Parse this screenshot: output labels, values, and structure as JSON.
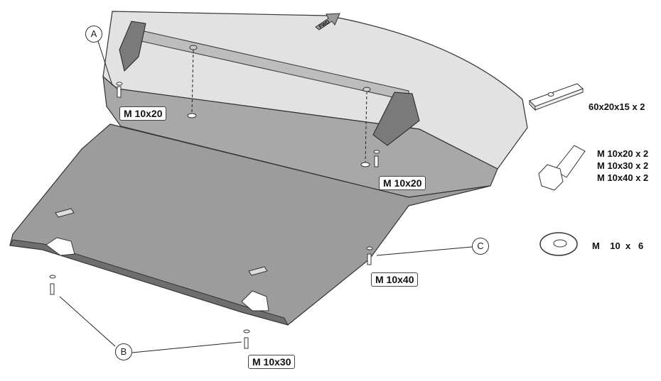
{
  "direction_arrow": "FWD",
  "callouts": {
    "a": "A",
    "b": "B",
    "c": "C"
  },
  "bolt_labels": {
    "top_left": "M 10x20",
    "top_right": "M 10x20",
    "right": "M 10x40",
    "bottom": "M 10x30"
  },
  "parts_list": {
    "plate": "60x20x15  x 2",
    "bolts": [
      "M 10x20 x 2",
      "M 10x30 x 2",
      "M 10x40 x 2"
    ],
    "washer": "M    10  x   6"
  },
  "colors": {
    "shell_top": "#e2e2e2",
    "front_face": "#a8a8a8",
    "skid_plate": "#9c9c9c",
    "bracket": "#7a7a7a"
  }
}
